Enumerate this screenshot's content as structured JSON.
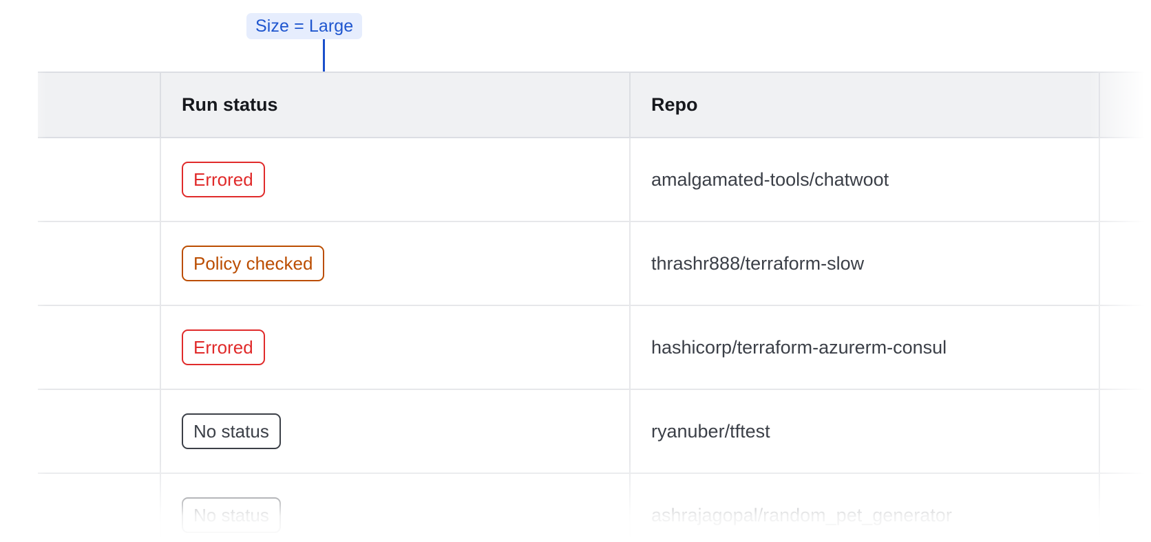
{
  "annotation": {
    "label": "Size = Large",
    "accent_color": "#1a4fcb",
    "badge_background": "#e6edfd",
    "badge_text_color": "#1f56cf",
    "connector": "vertical-line-with-dot"
  },
  "table": {
    "columns": [
      {
        "key": "spacer",
        "label": ""
      },
      {
        "key": "run_status",
        "label": "Run status"
      },
      {
        "key": "repo",
        "label": "Repo"
      },
      {
        "key": "tail",
        "label": ""
      }
    ],
    "header_background": "#f0f1f3",
    "rows": [
      {
        "run_status": "Errored",
        "status_variant": "errored",
        "status_color": "#e02a2a",
        "repo": "amalgamated-tools/chatwoot"
      },
      {
        "run_status": "Policy checked",
        "status_variant": "policy-checked",
        "status_color": "#bb4d00",
        "repo": "thrashr888/terraform-slow"
      },
      {
        "run_status": "Errored",
        "status_variant": "errored",
        "status_color": "#e02a2a",
        "repo": "hashicorp/terraform-azurerm-consul"
      },
      {
        "run_status": "No status",
        "status_variant": "no-status",
        "status_color": "#3b3f47",
        "repo": "ryanuber/tftest"
      },
      {
        "run_status": "No status",
        "status_variant": "no-status",
        "status_color": "#3b3f47",
        "repo": "ashrajagopal/random_pet_generator"
      }
    ]
  }
}
